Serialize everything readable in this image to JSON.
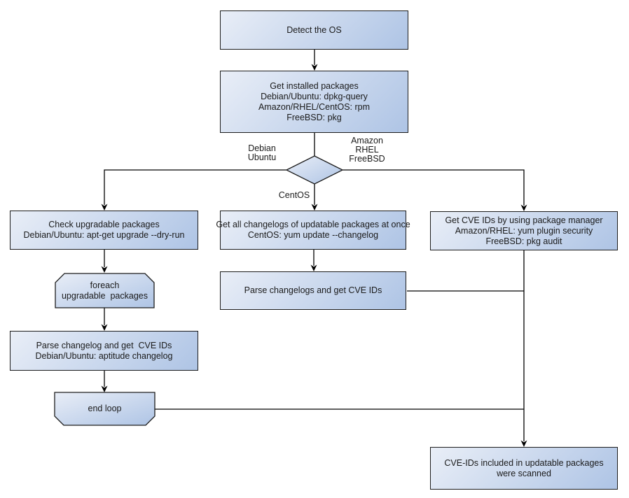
{
  "colors": {
    "canvas_bg": "#ffffff",
    "node_border": "#1c1c1c",
    "node_text": "#1a1a1a",
    "connector": "#000000",
    "gradient_start": "#e9eef7",
    "gradient_end": "#aec4e5"
  },
  "nodes": {
    "detect_os": {
      "lines": [
        "Detect the OS"
      ]
    },
    "get_installed_packages": {
      "lines": [
        "Get installed packages",
        "Debian/Ubuntu: dpkg-query",
        "Amazon/RHEL/CentOS: rpm",
        "FreeBSD: pkg"
      ]
    },
    "check_upgradable_packages": {
      "lines": [
        "Check upgradable packages",
        "Debian/Ubuntu: apt-get upgrade --dry-run"
      ]
    },
    "foreach_loop": {
      "lines": [
        "foreach",
        "upgradable  packages"
      ]
    },
    "parse_changelog_left": {
      "lines": [
        "Parse changelog and get  CVE IDs",
        "Debian/Ubuntu: aptitude changelog"
      ]
    },
    "end_loop": {
      "lines": [
        "end loop"
      ]
    },
    "get_all_changelogs": {
      "lines": [
        "Get all changelogs of updatable packages at once",
        "CentOS: yum update --changelog"
      ]
    },
    "parse_changelogs_mid": {
      "lines": [
        "Parse changelogs and get CVE IDs"
      ]
    },
    "get_cve_ids_pkg_manager": {
      "lines": [
        "Get CVE IDs by using package manager",
        "Amazon/RHEL: yum plugin security",
        "FreeBSD: pkg audit"
      ]
    },
    "cve_ids_scanned": {
      "lines": [
        "CVE-IDs included in updatable packages",
        "were scanned"
      ]
    }
  },
  "edge_labels": {
    "debian_ubuntu": {
      "line1": "Debian",
      "line2": "Ubuntu"
    },
    "amazon_rhel_freebsd": {
      "line1": "Amazon",
      "line2": "RHEL",
      "line3": "FreeBSD"
    },
    "centos": {
      "line1": "CentOS"
    }
  }
}
